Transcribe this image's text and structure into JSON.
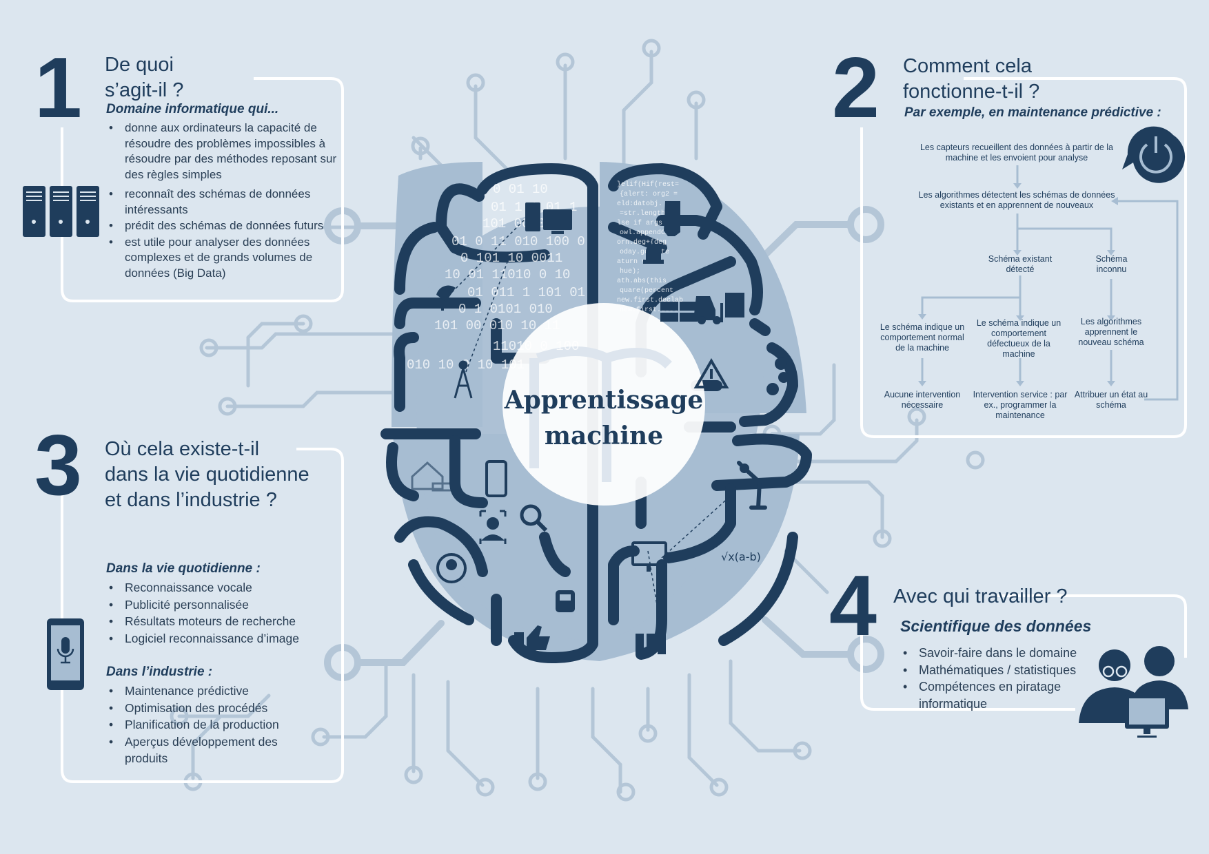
{
  "center": {
    "line1": "Apprentissage",
    "line2": "machine"
  },
  "sections": {
    "s1": {
      "number": "1",
      "title_line1": "De quoi",
      "title_line2": "s’agit-il ?",
      "subtitle": "Domaine informatique qui...",
      "bullets": [
        "donne aux ordinateurs la capacité de résoudre des problèmes impossibles à résoudre par des méthodes reposant sur des règles simples",
        "reconnaît des schémas de données intéressants",
        "prédit des schémas de données futurs",
        "est utile pour analyser des données complexes et de grands volumes de données (Big Data)"
      ]
    },
    "s2": {
      "number": "2",
      "title_line1": "Comment cela",
      "title_line2": "fonctionne-t-il ?",
      "subtitle": "Par exemple, en maintenance prédictive :",
      "flow": {
        "sensors": "Les capteurs recueillent des données à partir de la machine et les envoient pour analyse",
        "algorithms": "Les algorithmes détectent les schémas de données existants et en apprennent de nouveaux",
        "existing": "Schéma existant détecté",
        "unknown": "Schéma inconnu",
        "normal": "Le schéma indique un comportement normal de la machine",
        "faulty": "Le schéma indique un comportement défectueux de la machine",
        "learn": "Les algorithmes apprennent le nouveau schéma",
        "no_action": "Aucune intervention nécessaire",
        "service": "Intervention service : par ex., programmer la maintenance",
        "assign": "Attribuer un état au schéma"
      }
    },
    "s3": {
      "number": "3",
      "title_line1": "Où cela existe-t-il",
      "title_line2": "dans la vie quotidienne",
      "title_line3": "et dans l’industrie ?",
      "daily_label": "Dans la vie quotidienne :",
      "daily": [
        "Reconnaissance vocale",
        "Publicité personnalisée",
        "Résultats moteurs de recherche",
        "Logiciel reconnaissance d’image"
      ],
      "industry_label": "Dans l’industrie :",
      "industry": [
        "Maintenance prédictive",
        "Optimisation des procédés",
        "Planification de la production",
        "Aperçus développement des produits"
      ]
    },
    "s4": {
      "number": "4",
      "title": "Avec qui travailler ?",
      "subtitle": "Scientifique des données",
      "bullets": [
        "Savoir-faire dans le domaine",
        "Mathématiques / statistiques",
        "Compétences en piratage informatique"
      ]
    }
  },
  "brain_left": {
    "binary": [
      "0 01 10",
      "01 1 1 01 1",
      "101 00 0",
      "01 0 11 010 100 0",
      "0 101 10 0011",
      "10 01 11010 0 10",
      "01 011 1 101 01",
      "0 1 0101 010",
      "101 00 010 10 11",
      "11010 0 100",
      "010 10 0 10 101"
    ],
    "code": [
      "}elif(Hif(rest=",
      "{alert: org2 =",
      "eld:datobj.",
      "=str.length;",
      "lse if args = ",
      "owl.appendCh",
      "orn.deg+{deg",
      "oday.getDate",
      "aturn value",
      "hue);",
      "ath.abs(this",
      "quare(percent",
      "new.first.declab",
      "new.first.decl"
    ]
  },
  "colors": {
    "navy": "#1f3d5c",
    "mid": "#a7bdd2",
    "light": "#dce6ef",
    "line": "#b4c6d7",
    "white": "#ffffff"
  }
}
